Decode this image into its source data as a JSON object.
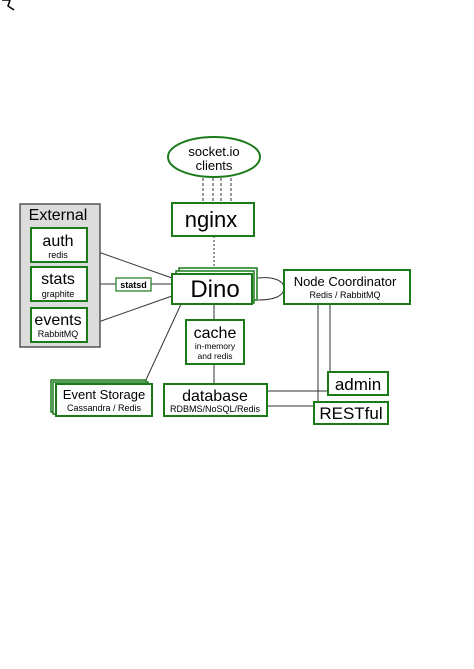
{
  "colors": {
    "box_border": "#1a7a1a",
    "box_fill": "#ffffff",
    "external_fill": "#dcdcdc",
    "line": "#333333"
  },
  "nodes": {
    "clients": {
      "title": "socket.io",
      "subtitle": "clients"
    },
    "nginx": {
      "title": "nginx"
    },
    "external": {
      "title": "External"
    },
    "auth": {
      "title": "auth",
      "subtitle": "redis"
    },
    "stats": {
      "title": "stats",
      "subtitle": "graphite"
    },
    "events": {
      "title": "events",
      "subtitle": "RabbitMQ"
    },
    "statsd": {
      "title": "statsd"
    },
    "dino": {
      "title": "Dino"
    },
    "coordinator": {
      "title": "Node Coordinator",
      "subtitle": "Redis / RabbitMQ"
    },
    "cache": {
      "title": "cache",
      "subtitle_lines": [
        "in-memory",
        "and redis"
      ]
    },
    "event_storage": {
      "title": "Event Storage",
      "subtitle": "Cassandra / Redis"
    },
    "database": {
      "title": "database",
      "subtitle": "RDBMS/NoSQL/Redis"
    },
    "admin": {
      "title": "admin"
    },
    "restful": {
      "title": "RESTful"
    }
  }
}
